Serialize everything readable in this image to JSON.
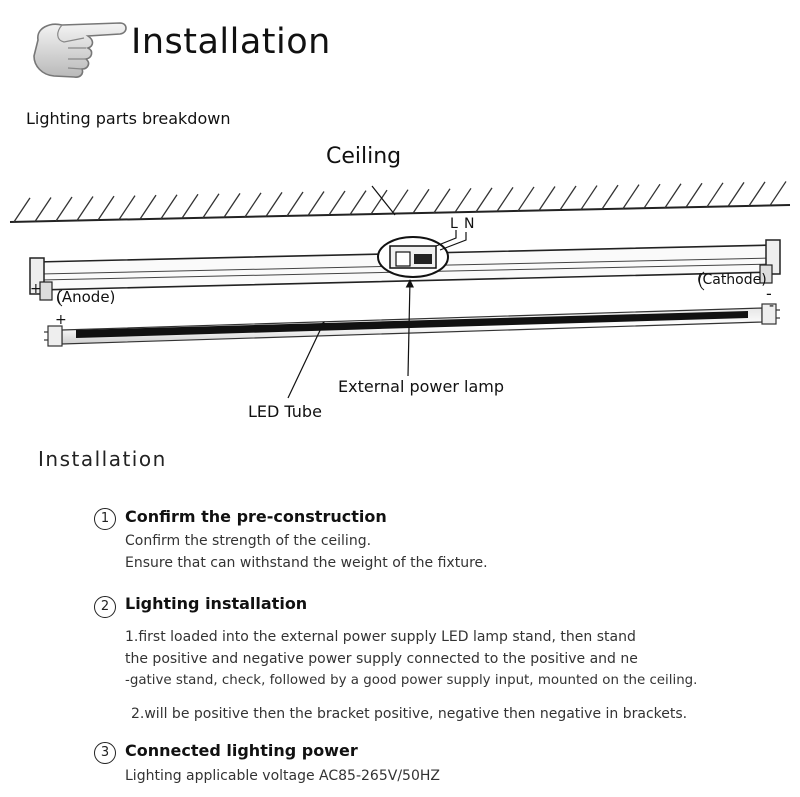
{
  "header": {
    "title": "Installation"
  },
  "diagram": {
    "subtitle": "Lighting parts breakdown",
    "labels": {
      "ceiling": "Ceiling",
      "l": "L",
      "n": "N",
      "anode": "(Anode)",
      "cathode": "(Cathode)",
      "plus": "+",
      "minus": "-",
      "external_power_lamp": "External power lamp",
      "led_tube": "LED Tube"
    }
  },
  "installation": {
    "heading": "Installation",
    "steps": [
      {
        "number": "1",
        "title": "Confirm the pre-construction",
        "lines": [
          "Confirm the strength of the ceiling.",
          "Ensure that can withstand the weight of the fixture."
        ]
      },
      {
        "number": "2",
        "title": "Lighting installation",
        "lines": [
          "1.first loaded into the external power supply LED lamp stand, then stand",
          "the positive and negative power supply connected to the positive and ne",
          "-gative stand, check, followed by a good power supply input, mounted on the ceiling.",
          "2.will be positive then the bracket positive, negative then negative in brackets."
        ]
      },
      {
        "number": "3",
        "title": "Connected lighting power",
        "lines": [
          "Lighting applicable voltage AC85-265V/50HZ"
        ]
      }
    ]
  }
}
